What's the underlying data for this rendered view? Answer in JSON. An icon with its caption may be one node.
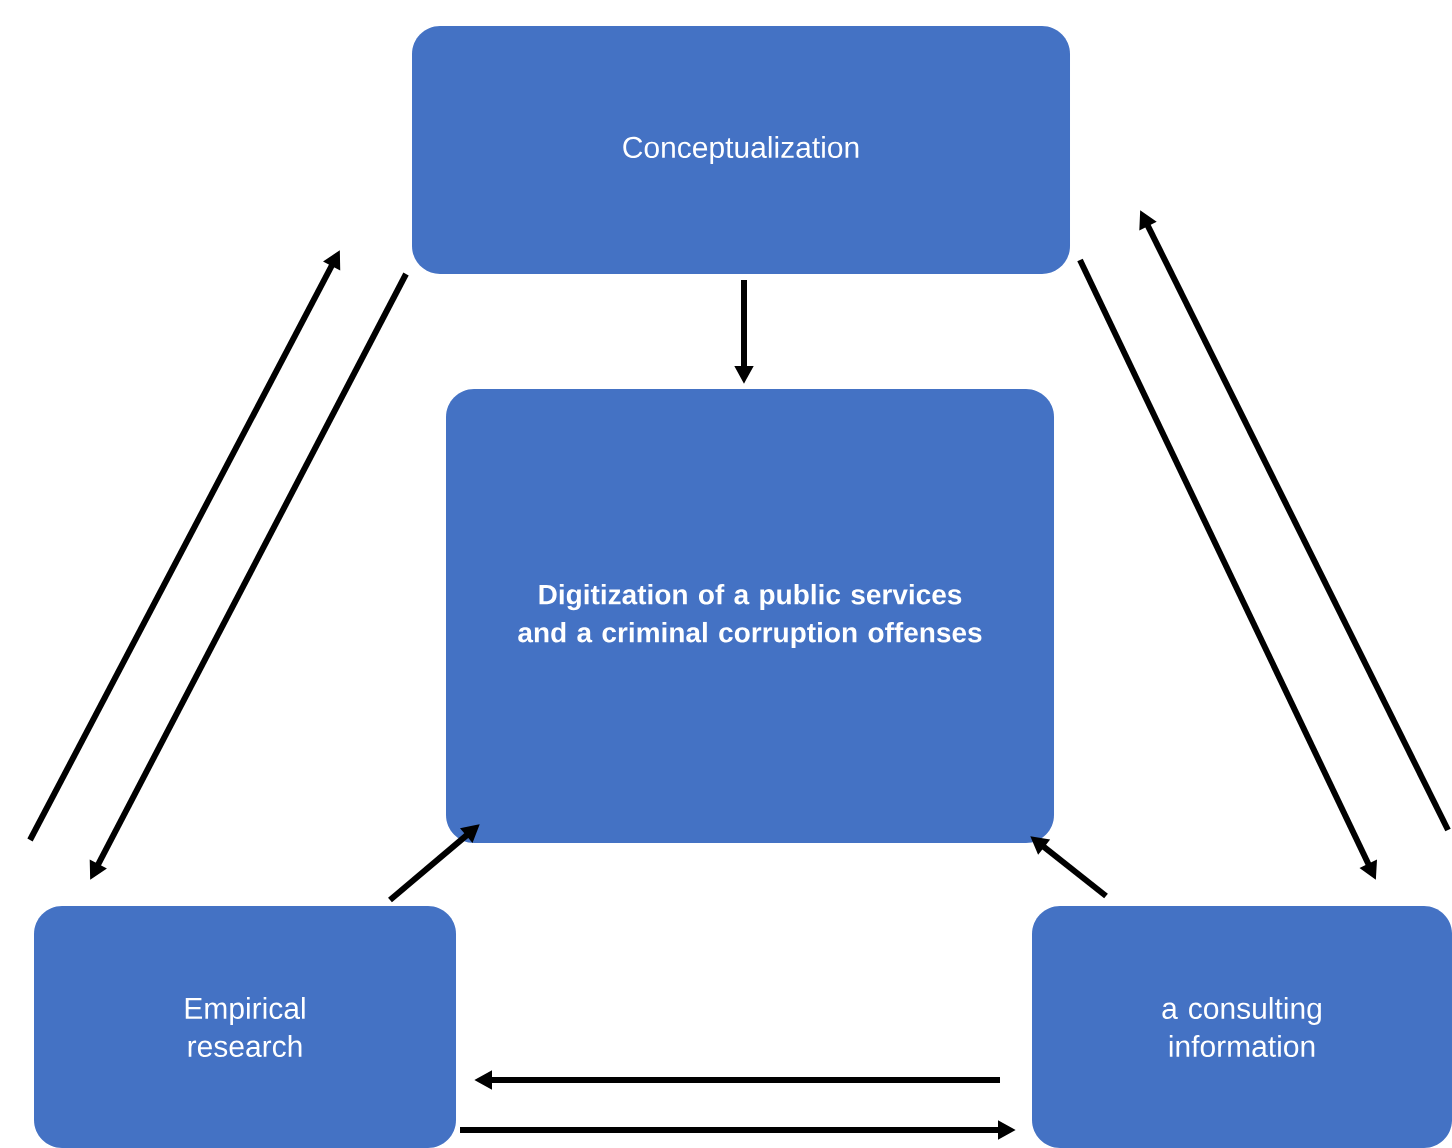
{
  "diagram": {
    "nodes": [
      {
        "text": [
          "Conceptualization"
        ]
      },
      {
        "text": [
          "Digitization of a public services and a criminal corruption offenses"
        ]
      },
      {
        "text": [
          "Empirical research"
        ]
      },
      {
        "text": [
          "a consulting information"
        ]
      }
    ],
    "edges": [
      {
        "from": 0,
        "to": 1,
        "arrow": "to"
      },
      {
        "from": 2,
        "to": 0,
        "arrow": "to"
      },
      {
        "from": 0,
        "to": 2,
        "arrow": "to"
      },
      {
        "from": 0,
        "to": 3,
        "arrow": "to"
      },
      {
        "from": 3,
        "to": 0,
        "arrow": "to"
      },
      {
        "from": 2,
        "to": 1,
        "arrow": "to"
      },
      {
        "from": 3,
        "to": 1,
        "arrow": "to"
      },
      {
        "from": 3,
        "to": 2,
        "arrow": "to"
      },
      {
        "from": 2,
        "to": 3,
        "arrow": "to"
      }
    ]
  }
}
